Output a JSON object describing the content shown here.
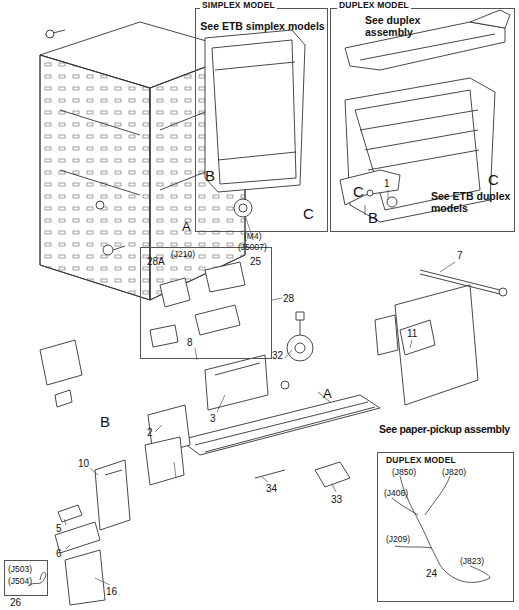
{
  "diagram": {
    "nodes": [
      {
        "text": [
          "SIMPLEX MODEL",
          "See ETB simplex models"
        ]
      },
      {
        "text": [
          "DUPLEX MODEL",
          "See duplex assembly",
          "See ETB duplex models"
        ]
      },
      {
        "text": [
          "DUPLEX MODEL",
          "(J850)",
          "(J820)",
          "(J406)",
          "(J209)",
          "(J823)",
          "24"
        ]
      },
      {
        "text": [
          "28A",
          "(J210)"
        ]
      },
      {
        "text": [
          "(J503)",
          "(J504)"
        ]
      }
    ],
    "labels": [
      "B",
      "C",
      "B",
      "C",
      "A",
      "(M4)",
      "(J5007)",
      "25",
      "1",
      "C",
      "28",
      "7",
      "11",
      "8",
      "32",
      "A",
      "3",
      "See paper-pickup assembly",
      "2",
      "B",
      "10",
      "34",
      "33",
      "5",
      "6",
      "16",
      "26"
    ]
  }
}
